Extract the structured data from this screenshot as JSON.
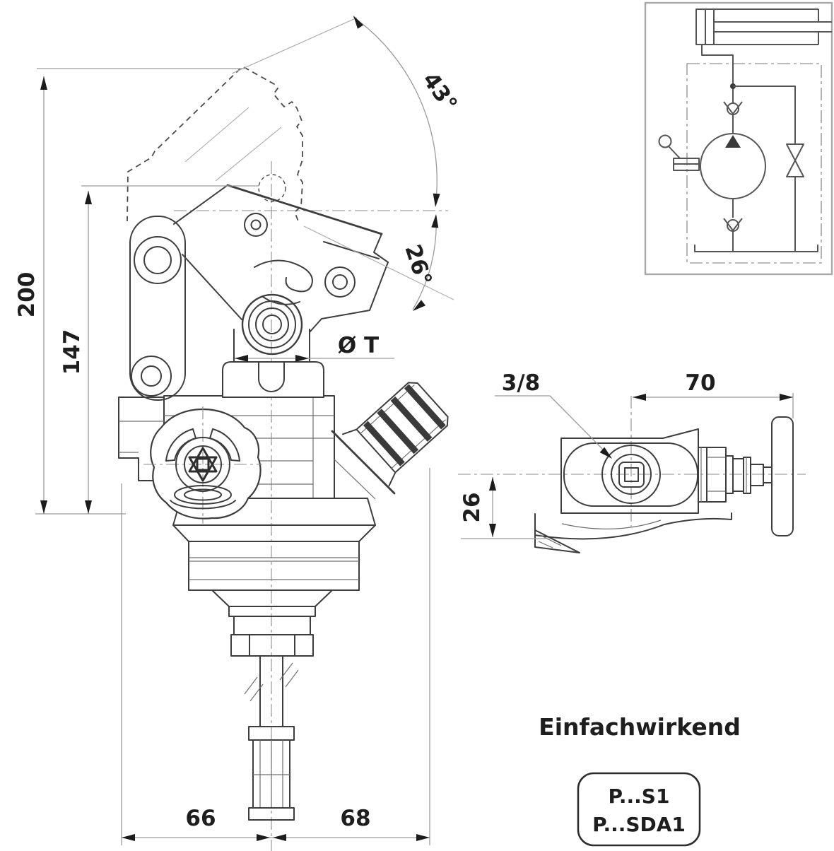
{
  "colors": {
    "background": "#ffffff",
    "line": "#3d3d3d",
    "dim_line": "#9a9a9a",
    "text": "#1e1e1e",
    "schematic_line": "#555555"
  },
  "front_view": {
    "total_height": "200",
    "pivot_height": "147",
    "handle_raised_angle": "43°",
    "handle_travel_angle": "26°",
    "shaft_diameter": "Ø T",
    "width_left": "66",
    "width_right": "68"
  },
  "side_view": {
    "port_thread": "3/8",
    "handwheel_offset": "70",
    "base_height": "26"
  },
  "caption": {
    "text": "Einfachwirkend"
  },
  "type_label_box": {
    "line1": "P...S1",
    "line2": "P...SDA1"
  },
  "schematic": {
    "symbols": [
      "cylinder",
      "check-valve",
      "hand-pump",
      "hand-lever",
      "check-valve",
      "shut-off-valve",
      "reservoir-boundary"
    ]
  }
}
